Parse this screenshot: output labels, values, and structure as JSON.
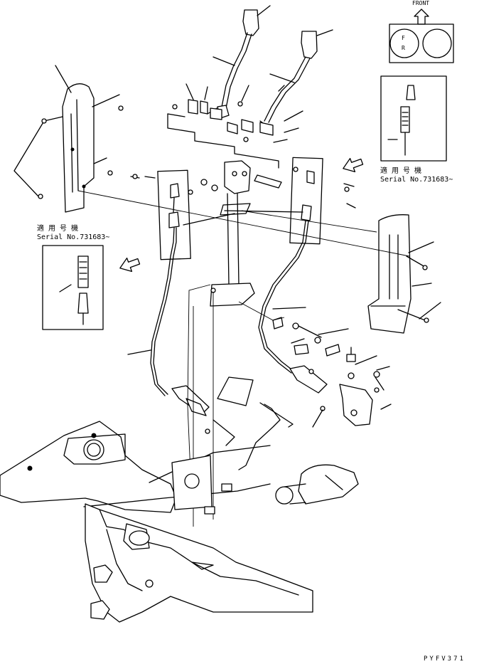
{
  "front_indicator": {
    "label": "FRONT",
    "left_circle": [
      "F",
      "R"
    ]
  },
  "serial_notes": {
    "right": {
      "line1": "適 用 号 機",
      "line2": "Serial No.731683~"
    },
    "left": {
      "line1": "適 用 号 機",
      "line2": "Serial No.731683~"
    }
  },
  "drawing_code": "PYFV371"
}
